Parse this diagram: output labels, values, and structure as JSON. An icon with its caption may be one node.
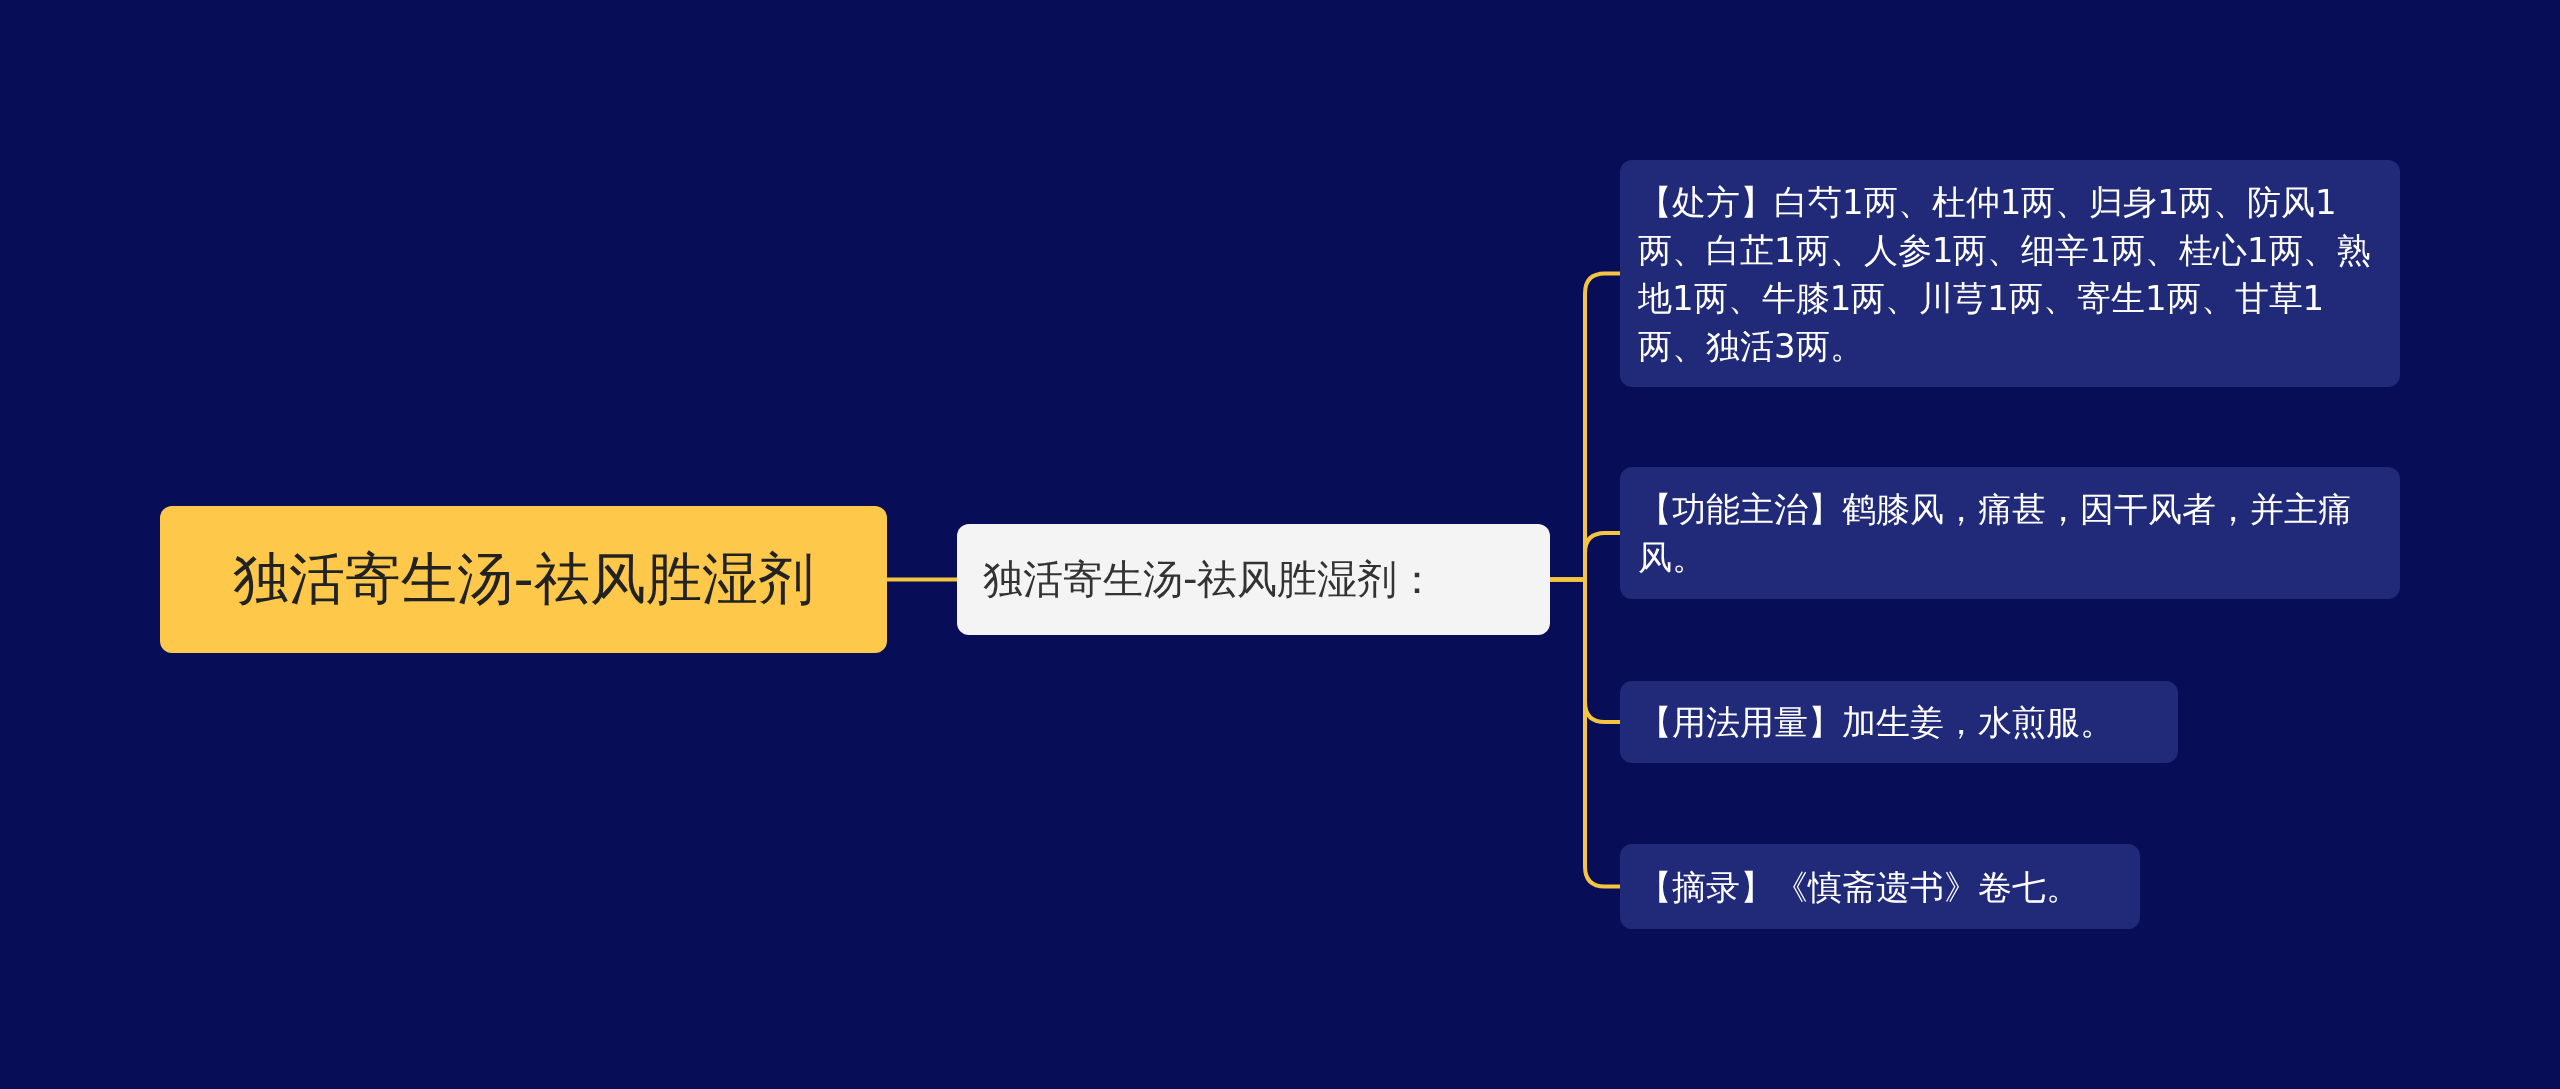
{
  "diagram": {
    "nodes": [
      {
        "text": [
          "独活寄生汤-祛风胜湿剂"
        ]
      },
      {
        "text": [
          "独活寄生汤-祛风胜湿剂："
        ]
      },
      {
        "text": [
          "【处方】白芍1两、杜仲1两、归身1两、防风1两、白芷1两、人参1两、细辛1两、桂心1两、熟地1两、牛膝1两、川芎1两、寄生1两、甘草1两、独活3两。"
        ]
      },
      {
        "text": [
          "【功能主治】鹤膝风，痛甚，因干风者，并主痛风。"
        ]
      },
      {
        "text": [
          "【用法用量】加生姜，水煎服。"
        ]
      },
      {
        "text": [
          "【摘录】《慎斋遗书》卷七。"
        ]
      }
    ],
    "edges": [
      {
        "from": 0,
        "to": 1,
        "arrow": "none"
      },
      {
        "from": 1,
        "to": 2,
        "arrow": "none"
      },
      {
        "from": 1,
        "to": 3,
        "arrow": "none"
      },
      {
        "from": 1,
        "to": 4,
        "arrow": "none"
      },
      {
        "from": 1,
        "to": 5,
        "arrow": "none"
      }
    ]
  }
}
